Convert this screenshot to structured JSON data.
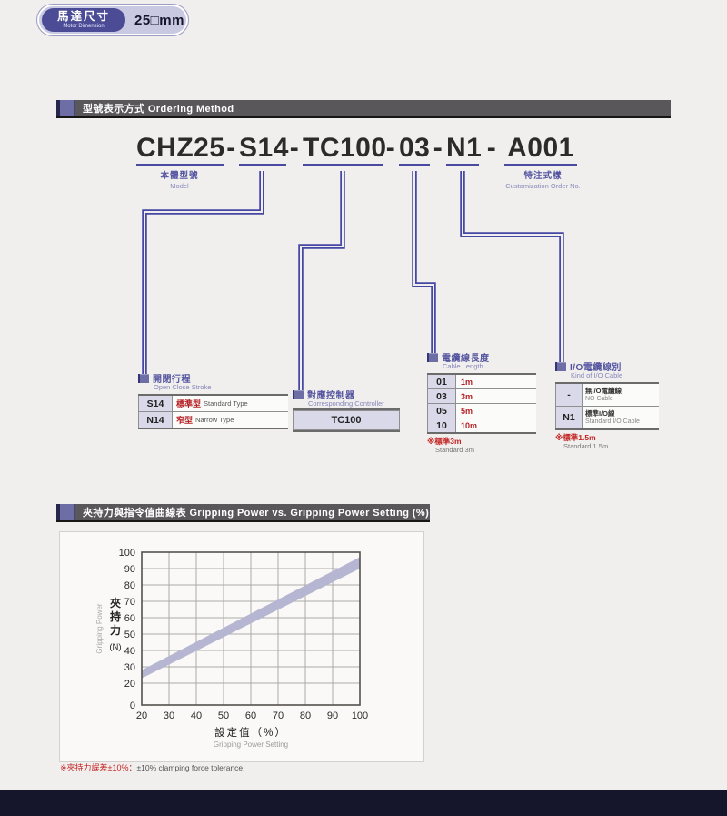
{
  "badge": {
    "title_zh": "馬達尺寸",
    "title_en": "Motor Dimension",
    "value": "25□mm"
  },
  "sections": {
    "ordering_title": "型號表示方式 Ordering Method",
    "chart_title": "夾持力與指令值曲線表  Gripping Power vs. Gripping Power Setting (%)"
  },
  "model_code": {
    "segments": [
      "CHZ25",
      "S14",
      "TC100",
      "03",
      "N1",
      "A001"
    ],
    "separator": "-",
    "label_model_zh": "本體型號",
    "label_model_en": "Model",
    "label_custom_zh": "特注式樣",
    "label_custom_en": "Customization Order No."
  },
  "tables": {
    "stroke": {
      "title_zh": "開閉行程",
      "title_en": "Open Close Stroke",
      "rows": [
        {
          "code": "S14",
          "zh": "標準型",
          "en": "Standard Type"
        },
        {
          "code": "N14",
          "zh": "窄型",
          "en": "Narrow Type"
        }
      ]
    },
    "controller": {
      "title_zh": "對應控制器",
      "title_en": "Corresponding Controller",
      "value": "TC100"
    },
    "cable": {
      "title_zh": "電纜線長度",
      "title_en": "Cable Length",
      "rows": [
        {
          "code": "01",
          "value": "1m"
        },
        {
          "code": "03",
          "value": "3m"
        },
        {
          "code": "05",
          "value": "5m"
        },
        {
          "code": "10",
          "value": "10m"
        }
      ],
      "note_zh": "※標準3m",
      "note_en": "Standard 3m"
    },
    "io": {
      "title_zh": "I/O電纜線別",
      "title_en": "Kind of I/O Cable",
      "rows": [
        {
          "code": "-",
          "zh": "無I/O電纜線",
          "en": "NO Cable"
        },
        {
          "code": "N1",
          "zh": "標準I/O線",
          "en": "Standard I/O Cable"
        }
      ],
      "note_zh": "※標準1.5m",
      "note_en": "Standard 1.5m"
    }
  },
  "chart_data": {
    "type": "area",
    "title": "夾持力與指令值曲線表 Gripping Power vs. Gripping Power Setting (%)",
    "xlabel": "設定值（%）",
    "xlabel_en": "Gripping Power Setting",
    "ylabel": "夾持力",
    "ylabel_unit": "(N)",
    "ylabel_en": "Gripping Power",
    "xlim": [
      20,
      100
    ],
    "ylim": [
      0,
      100
    ],
    "x_ticks": [
      20,
      30,
      40,
      50,
      60,
      70,
      80,
      90,
      100
    ],
    "y_ticks": [
      0,
      20,
      30,
      40,
      50,
      60,
      70,
      80,
      90,
      100
    ],
    "grid": true,
    "legend": "none",
    "band": {
      "x": [
        20,
        100
      ],
      "lower": [
        23,
        90
      ],
      "upper": [
        28,
        97
      ]
    },
    "band_color": "#b6b6d2"
  },
  "footnote": {
    "red": "※夾持力誤差±10%：",
    "text": "±10% clamping force tolerance."
  },
  "colors": {
    "accent_purple": "#4646a4",
    "header_bar": "#59575a",
    "accent_square": "#6e6ea6",
    "red_text": "#b52025",
    "cell_bg": "#d9d9ea",
    "heading_purple": "#5353a0",
    "band": "#b6b6d2",
    "footer": "#15152c"
  }
}
